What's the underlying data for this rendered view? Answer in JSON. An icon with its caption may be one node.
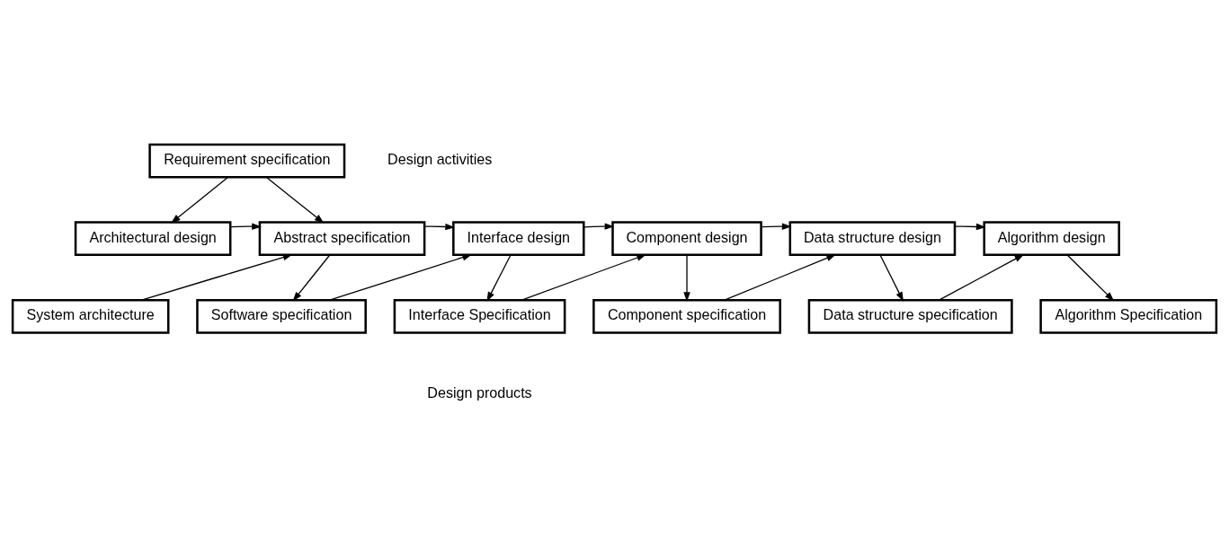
{
  "diagram": {
    "nodes": [
      {
        "text": [
          "Requirement specification"
        ]
      },
      {
        "text": [
          "Architectural design"
        ]
      },
      {
        "text": [
          "Abstract specification"
        ]
      },
      {
        "text": [
          "Interface design"
        ]
      },
      {
        "text": [
          "Component design"
        ]
      },
      {
        "text": [
          "Data structure design"
        ]
      },
      {
        "text": [
          "Algorithm design"
        ]
      },
      {
        "text": [
          "System architecture"
        ]
      },
      {
        "text": [
          "Software specification"
        ]
      },
      {
        "text": [
          "Interface Specification"
        ]
      },
      {
        "text": [
          "Component specification"
        ]
      },
      {
        "text": [
          "Data structure specification"
        ]
      },
      {
        "text": [
          "Algorithm Specification"
        ]
      }
    ],
    "edges": [
      {
        "from": 0,
        "to": 1,
        "arrow": "to"
      },
      {
        "from": 0,
        "to": 2,
        "arrow": "to"
      },
      {
        "from": 1,
        "to": 2,
        "arrow": "to"
      },
      {
        "from": 2,
        "to": 3,
        "arrow": "to"
      },
      {
        "from": 3,
        "to": 4,
        "arrow": "to"
      },
      {
        "from": 4,
        "to": 5,
        "arrow": "to"
      },
      {
        "from": 5,
        "to": 6,
        "arrow": "to"
      },
      {
        "from": 7,
        "to": 2,
        "arrow": "to"
      },
      {
        "from": 2,
        "to": 8,
        "arrow": "to"
      },
      {
        "from": 8,
        "to": 3,
        "arrow": "to"
      },
      {
        "from": 3,
        "to": 9,
        "arrow": "to"
      },
      {
        "from": 9,
        "to": 4,
        "arrow": "to"
      },
      {
        "from": 4,
        "to": 10,
        "arrow": "to"
      },
      {
        "from": 10,
        "to": 5,
        "arrow": "to"
      },
      {
        "from": 5,
        "to": 11,
        "arrow": "to"
      },
      {
        "from": 11,
        "to": 6,
        "arrow": "to"
      },
      {
        "from": 6,
        "to": 12,
        "arrow": "to"
      }
    ],
    "labels": [
      "Design activities",
      "Design products"
    ]
  }
}
